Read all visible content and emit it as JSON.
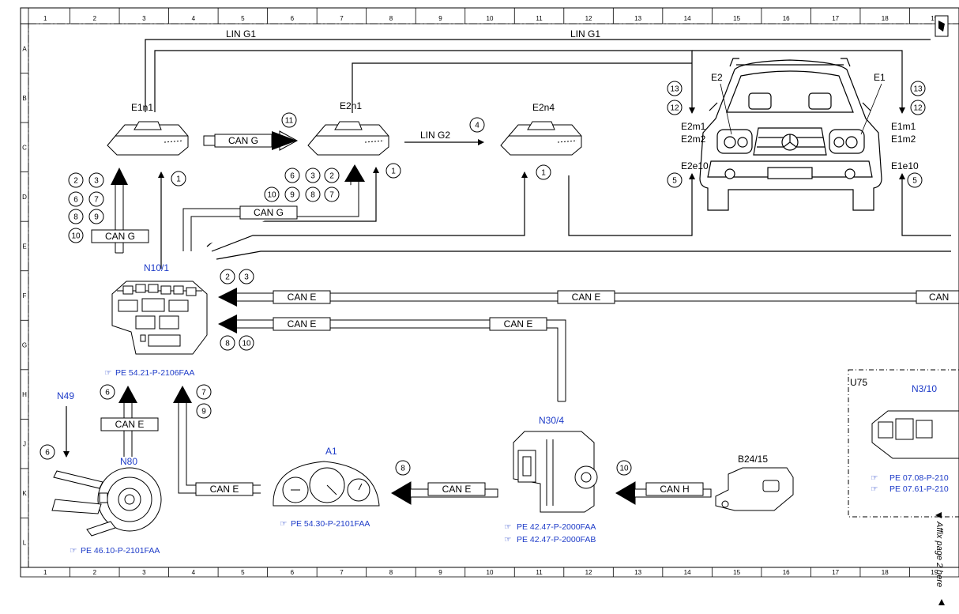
{
  "grid": {
    "columns": [
      "1",
      "2",
      "3",
      "4",
      "5",
      "6",
      "7",
      "8",
      "9",
      "10",
      "11",
      "12",
      "13",
      "14",
      "15",
      "16",
      "17",
      "18",
      "19"
    ],
    "rows": [
      "A",
      "B",
      "C",
      "D",
      "E",
      "F",
      "G",
      "H",
      "J",
      "K",
      "L"
    ]
  },
  "signals": {
    "lin_g1_left": "LIN G1",
    "lin_g1_right": "LIN G1",
    "lin_g2": "LIN G2",
    "can_g_e1n1": "CAN G",
    "can_g_e2n1": "CAN G",
    "can_g_n10": "CAN G",
    "can_e_f1": "CAN E",
    "can_e_f2": "CAN E",
    "can_e_f3": "CAN",
    "can_e_g1": "CAN E",
    "can_e_g2": "CAN E",
    "can_e_n80": "CAN E",
    "can_e_a1": "CAN E",
    "can_e_n30": "CAN E",
    "can_h": "CAN H"
  },
  "components": {
    "e1n1": "E1n1",
    "e2n1": "E2n1",
    "e2n4": "E2n4",
    "e2": "E2",
    "e1": "E1",
    "e2m1": "E2m1",
    "e2m2": "E2m2",
    "e1m1": "E1m1",
    "e1m2": "E1m2",
    "e2e10": "E2e10",
    "e1e10": "E1e10",
    "n10": "N10/1",
    "n49": "N49",
    "n80": "N80",
    "a1": "A1",
    "n30": "N30/4",
    "b24": "B24/15",
    "u75": "U75",
    "n3": "N3/10"
  },
  "refs": {
    "n10": "PE 54.21-P-2106FAA",
    "n80": "PE 46.10-P-2101FAA",
    "a1": "PE 54.30-P-2101FAA",
    "n30_a": "PE 42.47-P-2000FAA",
    "n30_b": "PE 42.47-P-2000FAB",
    "n3_a": "PE 07.08-P-210",
    "n3_b": "PE 07.61-P-210"
  },
  "markers": {
    "m1": "1",
    "m2": "2",
    "m3": "3",
    "m4": "4",
    "m5": "5",
    "m6": "6",
    "m7": "7",
    "m8": "8",
    "m9": "9",
    "m10": "10",
    "m11": "11",
    "m12": "12",
    "m13": "13"
  },
  "side_note": "Affix page 2 here"
}
